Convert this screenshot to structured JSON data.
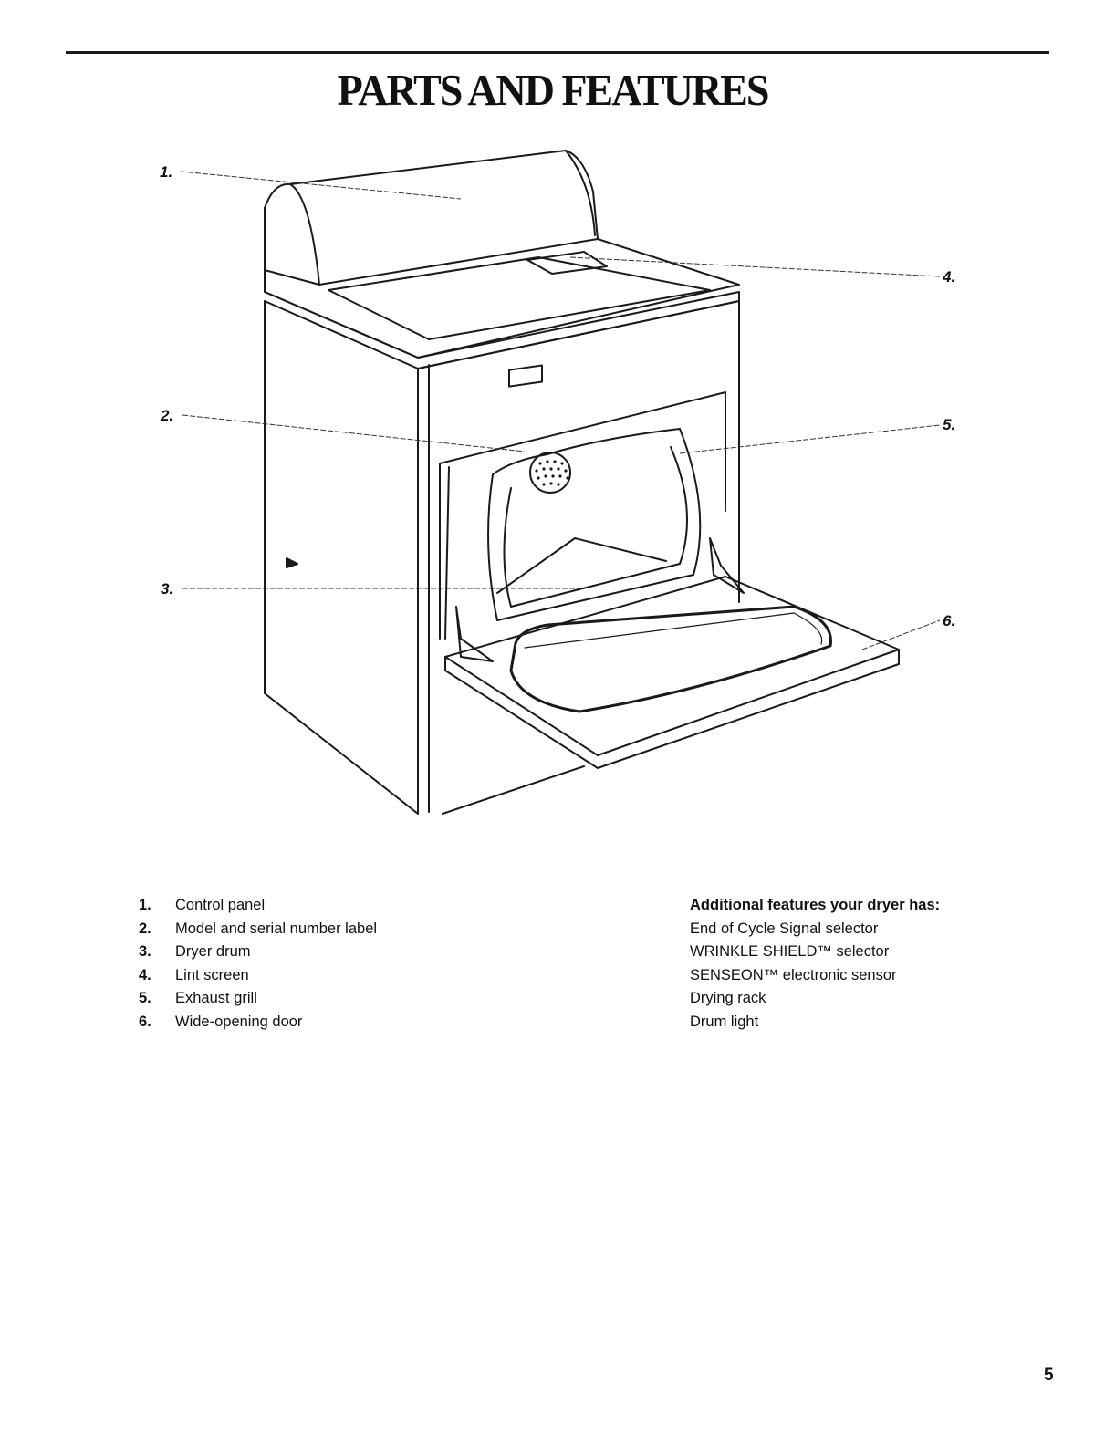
{
  "title": "PARTS AND FEATURES",
  "callouts": [
    "1.",
    "2.",
    "3.",
    "4.",
    "5.",
    "6."
  ],
  "parts": [
    {
      "num": "1.",
      "label": "Control panel"
    },
    {
      "num": "2.",
      "label": "Model and serial number label"
    },
    {
      "num": "3.",
      "label": "Dryer drum"
    },
    {
      "num": "4.",
      "label": "Lint screen"
    },
    {
      "num": "5.",
      "label": "Exhaust grill"
    },
    {
      "num": "6.",
      "label": "Wide-opening door"
    }
  ],
  "features": {
    "heading": "Additional features your dryer has:",
    "items": [
      "End of Cycle Signal selector",
      "WRINKLE SHIELD™ selector",
      "SENSEON™ electronic sensor",
      "Drying rack",
      "Drum light"
    ]
  },
  "page_number": "5"
}
